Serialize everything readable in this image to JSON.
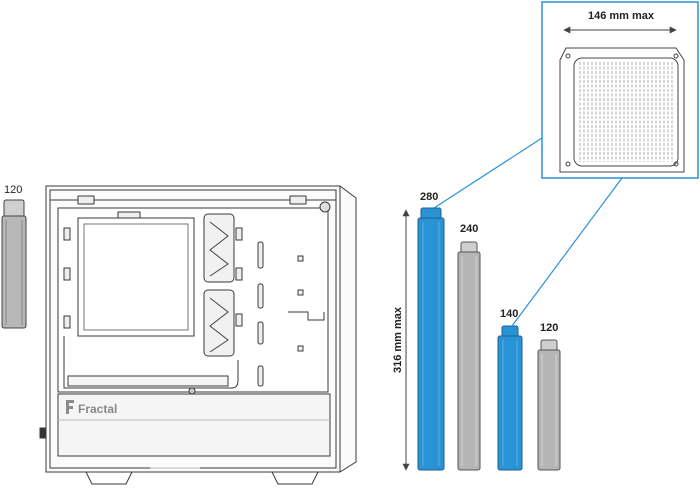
{
  "labels": {
    "left_rad": "120",
    "bar_280": "280",
    "bar_240": "240",
    "bar_140": "140",
    "bar_120": "120",
    "height_max": "316 mm max",
    "width_max": "146 mm max",
    "brand": "Fractal"
  },
  "colors": {
    "highlight": "#2a93d5",
    "radiator": "#b5b5b5",
    "outline": "#3a3a3a",
    "callout": "#2a93d5"
  }
}
